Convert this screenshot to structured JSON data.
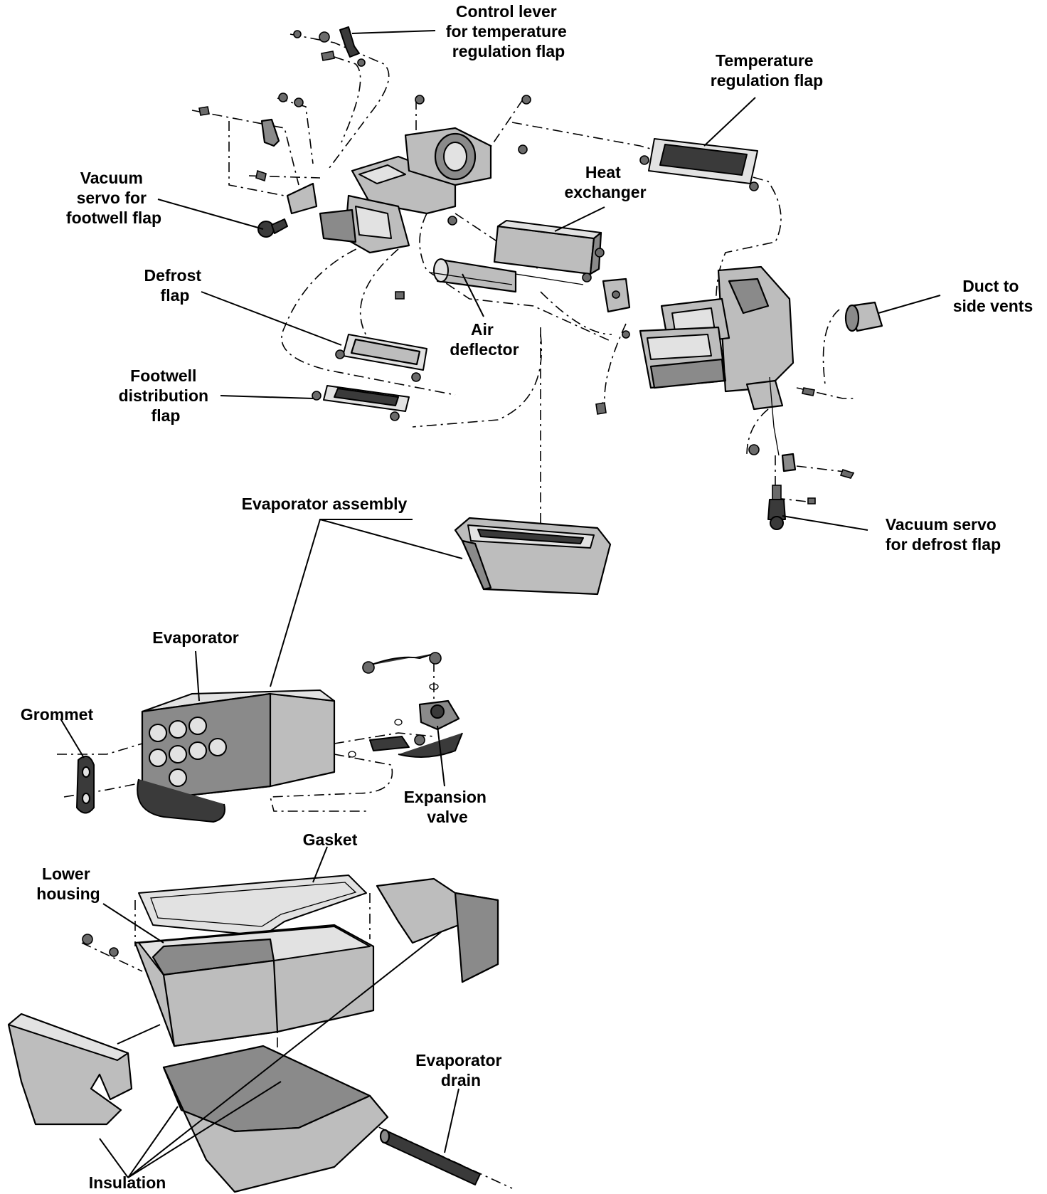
{
  "labels": {
    "control_lever": [
      "Control lever",
      "for temperature",
      "regulation flap"
    ],
    "temperature_flap": [
      "Temperature",
      "regulation flap"
    ],
    "vacuum_servo_footwell": [
      "Vacuum",
      "servo for",
      "footwell flap"
    ],
    "heat_exchanger": [
      "Heat",
      "exchanger"
    ],
    "defrost_flap": [
      "Defrost",
      "flap"
    ],
    "duct_side_vents": [
      "Duct to",
      "side vents"
    ],
    "air_deflector": [
      "Air",
      "deflector"
    ],
    "footwell_distribution_flap": [
      "Footwell",
      "distribution",
      "flap"
    ],
    "evaporator_assembly": [
      "Evaporator assembly"
    ],
    "vacuum_servo_defrost": [
      "Vacuum servo",
      "for defrost flap"
    ],
    "evaporator": [
      "Evaporator"
    ],
    "grommet": [
      "Grommet"
    ],
    "expansion_valve": [
      "Expansion",
      "valve"
    ],
    "gasket": [
      "Gasket"
    ],
    "lower_housing": [
      "Lower",
      "housing"
    ],
    "evaporator_drain": [
      "Evaporator",
      "drain"
    ],
    "insulation": [
      "Insulation"
    ]
  }
}
